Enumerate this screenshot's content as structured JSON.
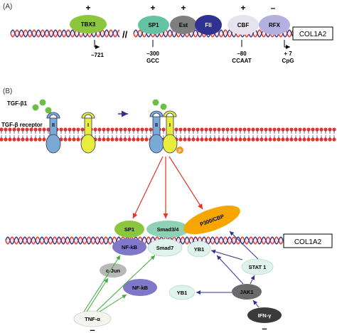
{
  "panel_a": {
    "label": "(A)",
    "gene": "COL1A2",
    "factors": [
      {
        "name": "TBX3",
        "sign": "+",
        "color": "#8cc63e"
      },
      {
        "name": "SP1",
        "sign": "+",
        "color": "#66c2a4"
      },
      {
        "name": "Est",
        "sign": "+",
        "color": "#7f7f7f"
      },
      {
        "name": "Fli",
        "sign": "",
        "color": "#2e3192"
      },
      {
        "name": "CBF",
        "sign": "+",
        "color": "#e6e3ef"
      },
      {
        "name": "RFX",
        "sign": "–",
        "color": "#b4b0e0"
      }
    ],
    "break_mark": "//",
    "sites": [
      {
        "pos": "–721",
        "motif": ""
      },
      {
        "pos": "–300",
        "motif": "GCC"
      },
      {
        "pos": "–80",
        "motif": "CCAAT"
      },
      {
        "pos": "+ 7",
        "motif": "CpG"
      }
    ]
  },
  "panel_b": {
    "label": "(B)",
    "ligand": "TGF-β1",
    "receptor": "TGF-β receptor",
    "receptor_types": [
      "II",
      "I"
    ],
    "phospho": "P",
    "gene": "COL1A2",
    "nodes": {
      "sp1": "SP1",
      "smad34": "Smad3/4",
      "p300": "P300/CBP",
      "nfkb1": "NF-kB",
      "smad7": "Smad7",
      "yb1_top": "YB1",
      "cjun": "c-Jun",
      "stat1": "STAT 1",
      "nfkb2": "NF-kB",
      "yb1_low": "YB1",
      "jak1": "JAK1",
      "tnf": "TNF-α",
      "ifn": "IFN-γ"
    },
    "tnf_sign": "–",
    "ifn_sign": "–"
  }
}
